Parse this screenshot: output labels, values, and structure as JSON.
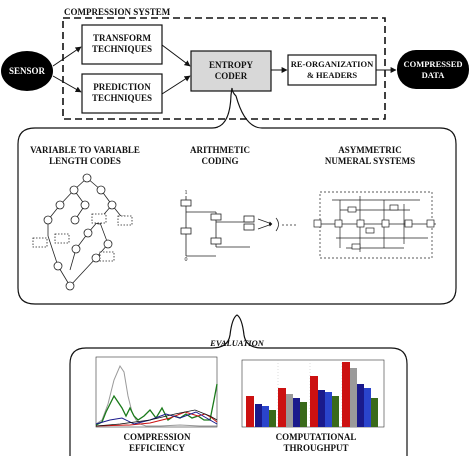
{
  "pipeline": {
    "system_title": "COMPRESSION SYSTEM",
    "sensor": "SENSOR",
    "transform": "TRANSFORM\nTECHNIQUES",
    "prediction": "PREDICTION\nTECHNIQUES",
    "entropy": "ENTROPY\nCODER",
    "reorg": "RE-ORGANIZATION\n& HEADERS",
    "output": "COMPRESSED\nDATA"
  },
  "entropy_methods": {
    "vlc": "VARIABLE TO VARIABLE\nLENGTH CODES",
    "arithmetic": "ARITHMETIC\nCODING",
    "ans": "ASYMMETRIC\nNUMERAL SYSTEMS",
    "arith_top": "1",
    "arith_bottom": "0"
  },
  "evaluation": {
    "title": "EVALUATION",
    "efficiency": "COMPRESSION\nEFFICIENCY",
    "throughput": "COMPUTATIONAL\nTHROUGHPUT"
  },
  "colors": {
    "sensor_fill": "#000000",
    "entropy_fill": "#d8d8d8",
    "green": "#1a7a1a",
    "red": "#cc1111",
    "gray": "#9a9a9a",
    "navy": "#1a1a8c",
    "blue": "#2a44cc",
    "olive": "#3a6a1a"
  }
}
